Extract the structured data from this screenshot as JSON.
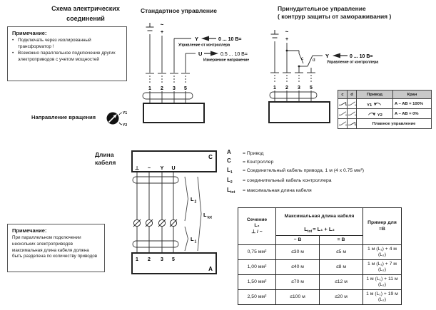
{
  "page_title": "Схема электрических соединений",
  "note_top": {
    "title": "Примечание:",
    "bullet1": "Подключать через изолированный трансформатор !",
    "bullet2": "Возможно параллельное подключение других электроприводов с учетом мощностей"
  },
  "standard": {
    "title": "Стандартное управление",
    "tilde": "~",
    "plus": "+",
    "y_label": "Y",
    "y_value": "0 ... 10 В=",
    "y_caption": "Управление от контроллера",
    "u_label": "U",
    "u_value": "0.5 ... 10 В=",
    "u_caption": "Измеряемое напряжение",
    "t1": "1",
    "t2": "2",
    "t3": "3",
    "t4": "5"
  },
  "forced": {
    "title1": "Принудительное управление",
    "title2": "( контрур защиты от замораживания )",
    "tilde": "~",
    "plus": "+",
    "c": "c",
    "d": "d",
    "y_label": "Y",
    "y_value": "0 ... 10 В=",
    "y_caption": "Управление от контроллера",
    "t1": "1",
    "t2": "2",
    "t3": "3",
    "t4": "5"
  },
  "switch_table": {
    "h_c": "c",
    "h_d": "d",
    "h_privod": "Привод",
    "h_kran": "Кран",
    "r1_privod": "Y1",
    "r1_kran": "A – AB = 100%",
    "r2_privod": "Y2",
    "r2_kran": "A – AB = 0%",
    "r3_label": "Плавное управление"
  },
  "rotation": {
    "label": "Направление вращения",
    "y1": "Y1",
    "y2": "Y2"
  },
  "cable": {
    "title": "Длина кабеля",
    "c_label": "C",
    "a_label": "A",
    "top_t1": "⊥",
    "top_t2": "~",
    "top_t3": "Y",
    "top_t4": "U",
    "bot_t1": "1",
    "bot_t2": "2",
    "bot_t3": "3",
    "bot_t4": "5",
    "l2_main": "L",
    "l2_sub": "2",
    "l1_main": "L",
    "l1_sub": "1",
    "ltot_main": "L",
    "ltot_sub": "tot"
  },
  "legend": {
    "a_sym": "A",
    "a_desc": "= Привод",
    "c_sym": "C",
    "c_desc": "= Контроллер",
    "l1_sym": "L",
    "l1_sub": "1",
    "l1_desc": "= Соединительный кабель привода, 1 м (4 x 0.75 мм²)",
    "l2_sym": "L",
    "l2_sub": "2",
    "l2_desc": "= соединительный кабель контроллера",
    "ltot_sym": "L",
    "ltot_sub": "tot",
    "ltot_desc": "= максимальная длина кабеля"
  },
  "note_bottom": {
    "title": "Примечание:",
    "text": "При  параллельном подключении нескольких электроприводов максимальная длина кабеля должна быть разделена по количеству приводов"
  },
  "length_table": {
    "h_col1_l1": "Сечение",
    "h_col1_l2": "L₂",
    "h_col1_l3": "⊥ / ~",
    "h_col2": "Максимальная длина кабеля",
    "formula_main": "L",
    "formula_sub": "tot",
    "formula_rest": "= L₁ + L₂",
    "h_sub1": "~ B",
    "h_sub2": "= B",
    "h_col3_l1": "Пример для",
    "h_col3_l2": "=B",
    "rows": [
      {
        "sec": "0,75 мм²",
        "ac": "≤30 м",
        "dc": "≤5 м",
        "ex": "1 м (L₁) + 4 м (L₂)"
      },
      {
        "sec": "1,00 мм²",
        "ac": "≤40 м",
        "dc": "≤8 м",
        "ex": "1 м (L₁) + 7 м (L₂)"
      },
      {
        "sec": "1,50 мм²",
        "ac": "≤70 м",
        "dc": "≤12 м",
        "ex": "1 м (L₁) + 11 м (L₂)"
      },
      {
        "sec": "2,50 мм²",
        "ac": "≤100 м",
        "dc": "≤20 м",
        "ex": "1 м (L₁) + 19 м (L₂)"
      }
    ]
  }
}
